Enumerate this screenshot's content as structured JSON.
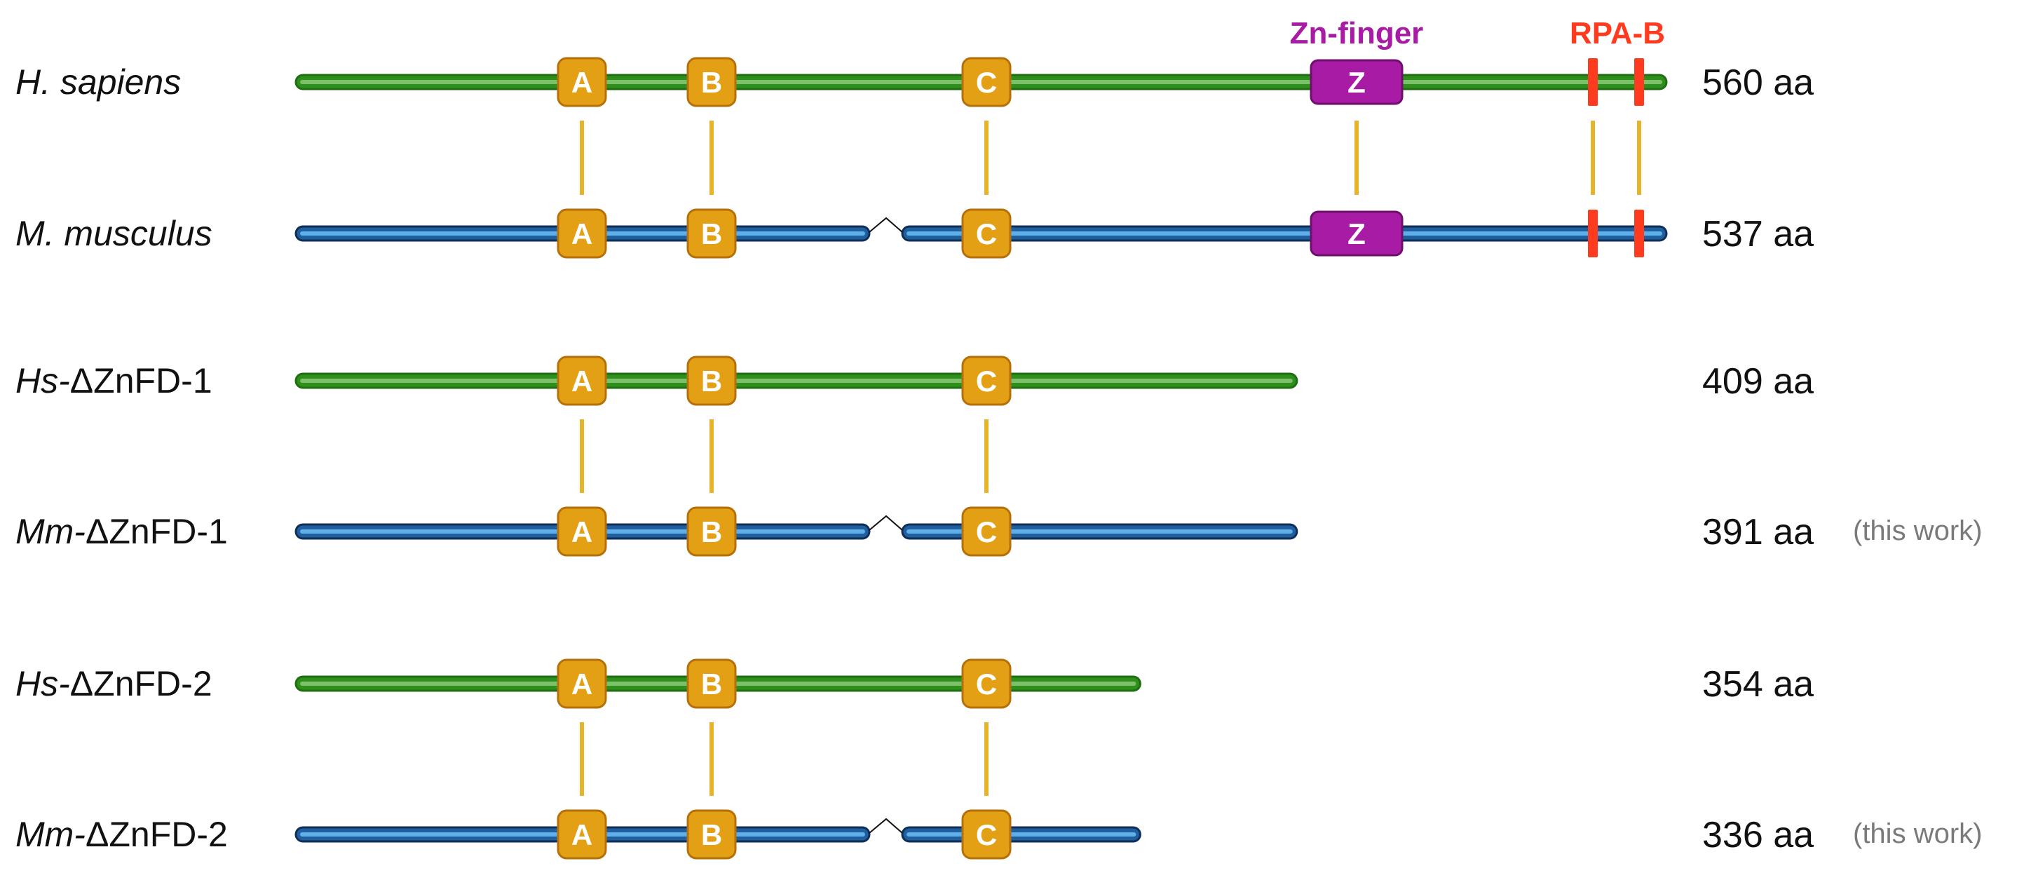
{
  "colors": {
    "human": "#2f8f1c",
    "human_highlight": "#7cc06a",
    "mouse": "#1f5f9e",
    "mouse_highlight": "#5fb0ea",
    "mouse_outline": "#0f2f58",
    "motif_fill": "#e4a014",
    "motif_stroke": "#b5700a",
    "connector": "#e6b42a",
    "zinc": "#a81ba4",
    "rpa": "#ff3b1f",
    "gap": "#111111"
  },
  "domain_labels": {
    "zinc_finger": "Zn-finger",
    "rpa_b": "RPA-B"
  },
  "motifs": {
    "a": "A",
    "b": "B",
    "c": "C",
    "z": "Z"
  },
  "rows": [
    {
      "species_italic": "H. sapiens",
      "species_rest": "",
      "length": "560 aa",
      "note": "",
      "organism": "human",
      "end": 560,
      "gap": false,
      "zinc_finger": true,
      "rpa_b": true
    },
    {
      "species_italic": "M. musculus",
      "species_rest": "",
      "length": "537 aa",
      "note": "",
      "organism": "mouse",
      "end": 560,
      "gap": true,
      "zinc_finger": true,
      "rpa_b": true
    },
    {
      "species_italic": "Hs-",
      "species_rest": "ΔZnFD-1",
      "length": "409 aa",
      "note": "",
      "organism": "human",
      "end": 409,
      "gap": false,
      "zinc_finger": false,
      "rpa_b": false
    },
    {
      "species_italic": "Mm-",
      "species_rest": "ΔZnFD-1",
      "length": "391 aa",
      "note": "(this work)",
      "organism": "mouse",
      "end": 409,
      "gap": true,
      "zinc_finger": false,
      "rpa_b": false
    },
    {
      "species_italic": "Hs-",
      "species_rest": "ΔZnFD-2",
      "length": "354 aa",
      "note": "",
      "organism": "human",
      "end": 345,
      "gap": false,
      "zinc_finger": false,
      "rpa_b": false
    },
    {
      "species_italic": "Mm-",
      "species_rest": "ΔZnFD-2",
      "length": "336 aa",
      "note": "(this work)",
      "organism": "mouse",
      "end": 345,
      "gap": true,
      "zinc_finger": false,
      "rpa_b": false
    }
  ],
  "alignments": [
    {
      "upper": 0,
      "lower": 1,
      "zinc_finger": true,
      "rpa_b": true
    },
    {
      "upper": 2,
      "lower": 3,
      "zinc_finger": false,
      "rpa_b": false
    },
    {
      "upper": 4,
      "lower": 5,
      "zinc_finger": false,
      "rpa_b": false
    }
  ]
}
